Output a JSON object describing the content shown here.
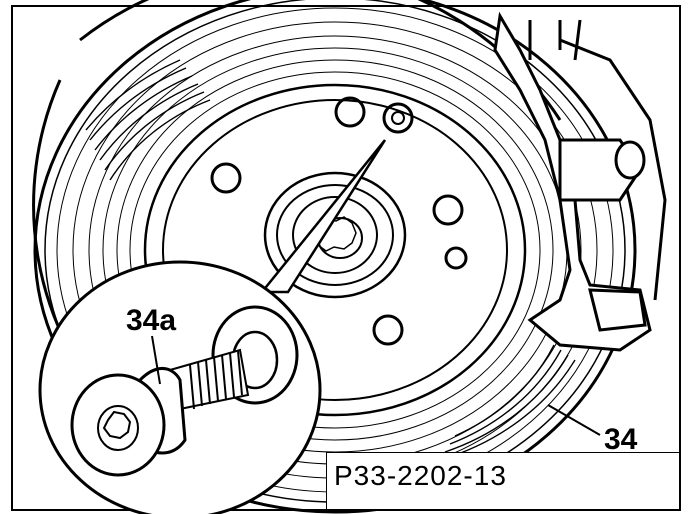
{
  "labels": {
    "detail_bolt": "34a",
    "caliper": "34"
  },
  "figure_code": "P33-2202-13",
  "colors": {
    "ink": "#000000",
    "paper": "#ffffff"
  }
}
